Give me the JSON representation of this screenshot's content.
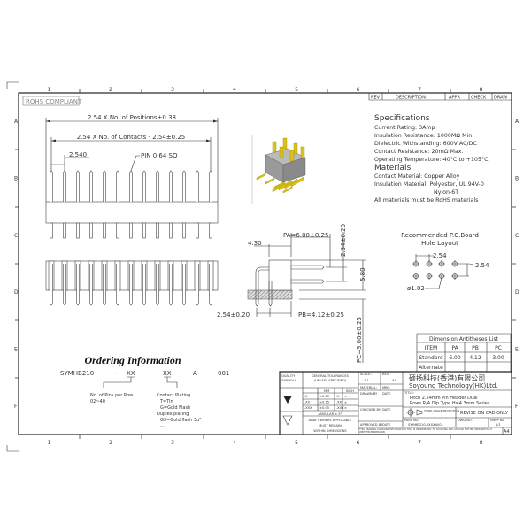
{
  "frame": {
    "columns": [
      "1",
      "2",
      "3",
      "4",
      "5",
      "6",
      "7",
      "8"
    ],
    "rows": [
      "A",
      "B",
      "C",
      "D",
      "E",
      "F"
    ]
  },
  "rohs_label": "ROHS COMPLIANT",
  "revision_header": {
    "rev": "REV",
    "description": "DESCRIPTION",
    "appr": "APPR",
    "check": "CHECK",
    "draw": "DRAW"
  },
  "specifications": {
    "title": "Specifications",
    "lines": [
      "Current Rating:   3Amp",
      "Insulation Resistance: 1000MΩ Min.",
      "Dielectric Withstanding:   600V AC/DC",
      "Contact Resistance:   20mΩ Max.",
      "Operating Temperature:-40°C  to  +105°C"
    ],
    "materials_title": "Materials",
    "materials": [
      "Contact Material: Copper Alloy",
      "Insulation Material: Polyester, UL 94V-0",
      "Nylon-6T",
      "All materials must be RoHS materials"
    ]
  },
  "front_view": {
    "pin_count": 13,
    "dim_positions": "2.54 X No. of Positions±0.38",
    "dim_contacts": "2.54 X No. of Contacts - 2.54±0.25",
    "dim_pitch": "2.540",
    "pin_label": "PIN 0.64 SQ"
  },
  "side_view": {
    "dim_430": "4.30",
    "dim_pa": "PA=6.00±0.25",
    "dim_254_vertical": "2.54±0.20",
    "dim_580": "5.80",
    "dim_254_horizontal": "2.54±0.20",
    "dim_pb": "PB=4.12±0.25",
    "dim_pc": "PC=3.00±0.25"
  },
  "pcb_layout": {
    "title_line1": "Recommended  P.C.Board",
    "title_line2": "Hole  Layout",
    "pitch_h": "2.54",
    "pitch_v": "2.54",
    "hole_dia": "ø1.02"
  },
  "dimension_table": {
    "title": "Dimension  Antitheses  List",
    "headers": [
      "ITEM",
      "PA",
      "PB",
      "PC"
    ],
    "rows": [
      [
        "Standard",
        "6.00",
        "4.12",
        "3.00"
      ],
      [
        "Alternate",
        "",
        "",
        ""
      ]
    ]
  },
  "ordering": {
    "title": "Ordering Information",
    "code_parts": [
      "SYMHB210",
      "-",
      "XX",
      "XX",
      "A",
      "001"
    ],
    "pins_label": [
      "No. of Pins per Row",
      "02~40"
    ],
    "plating_label": [
      "Contact Plating",
      "T=Tin",
      "G=Gold Flash",
      "Duplex plating",
      "G3=Gold flash 3u\"",
      "..."
    ]
  },
  "title_block": {
    "quality_1": "QUALITY",
    "quality_2": "SYMBOLS",
    "tol_title_1": "GENERAL TOLERANCES",
    "tol_title_2": "(UNLESS SPECIFIED)",
    "tol_headers": [
      "MM",
      "INCH"
    ],
    "tol_rows": [
      [
        ".X",
        "±0.25",
        ".X",
        "±"
      ],
      [
        ".XX",
        "±0.15",
        ".XX",
        "±"
      ],
      [
        ".XXX",
        "±0.05",
        ".XXX",
        "±"
      ]
    ],
    "angular": "ANGULAR ±.5°",
    "draft_1": "DRAFT WHERE APPLICABLE",
    "draft_2": "MUST REMAIN",
    "draft_3": "WITHIN DIMENSIONS",
    "scale_label": "SCALE:",
    "scale_value": "1:1",
    "rev_label": "REV:",
    "rev_value": "A4",
    "material_label": "MATERIAL:",
    "mrc_label": "MRC:",
    "drawn_by": "DRAWN BY",
    "checked_by": "CHECKED BY",
    "approved_by": "APPROVED BY",
    "date": "DATE",
    "company_cn": "硕扬科技(香港)有限公司",
    "company_en": "Soyoung Technology(HK)Ltd.",
    "title_label": "TITLE:",
    "title_1": "Pitch 2.54mm Pin Header Dual",
    "title_2": "Rows R/A Dip Type H=4.3mm Series",
    "projection": "THIRD ANGLE PROJECTION",
    "revise": "REVISE ON CAD ONLY",
    "part_no_label": "PART NO.",
    "part_no": "SYMHB210-XXXXA001",
    "dwg_no_label": "DWG NO.",
    "sheet_label": "SHEET NO.",
    "sheet_value": "1/1",
    "notice": "THIS DRAWING CONTAINS INFORMATION THAT IS PROPRIETARY TO SOYOUNG AND SHOULD NOT BE USED WITHOUT WRITTEN PERMISSION",
    "size": "A4"
  },
  "colors": {
    "pin_gold": "#d9c21a",
    "body_gray": "#8a8a8a",
    "line": "#333333"
  }
}
